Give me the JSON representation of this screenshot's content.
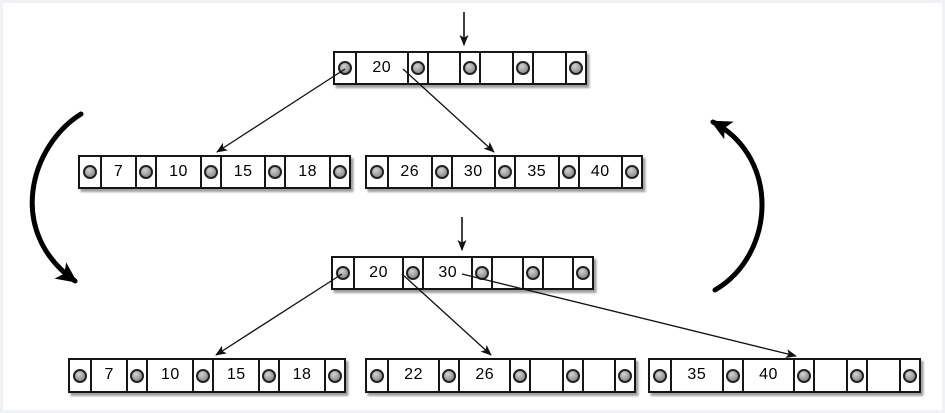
{
  "diagram": {
    "type": "btree-insert-split",
    "colors": {
      "line": "#111111",
      "node_border": "#161616",
      "pointer_dot": "#9a9a9a",
      "background": "#ffffff"
    },
    "nodes": {
      "root_before": {
        "keys": [
          "20",
          "",
          "",
          ""
        ]
      },
      "left_child_before": {
        "keys": [
          "7",
          "10",
          "15",
          "18"
        ]
      },
      "right_child_before": {
        "keys": [
          "26",
          "30",
          "35",
          "40"
        ]
      },
      "root_after": {
        "keys": [
          "20",
          "30",
          "",
          ""
        ]
      },
      "left_child_after": {
        "keys": [
          "7",
          "10",
          "15",
          "18"
        ]
      },
      "middle_child_after": {
        "keys": [
          "22",
          "26",
          "",
          ""
        ]
      },
      "right_child_after": {
        "keys": [
          "35",
          "40",
          "",
          ""
        ]
      }
    },
    "arrow_icons": [
      "insert-cursor-arrow-top",
      "insert-cursor-arrow-bottom",
      "child-pointer-arrows",
      "transition-arrow-down-left",
      "transition-arrow-up-right"
    ]
  }
}
